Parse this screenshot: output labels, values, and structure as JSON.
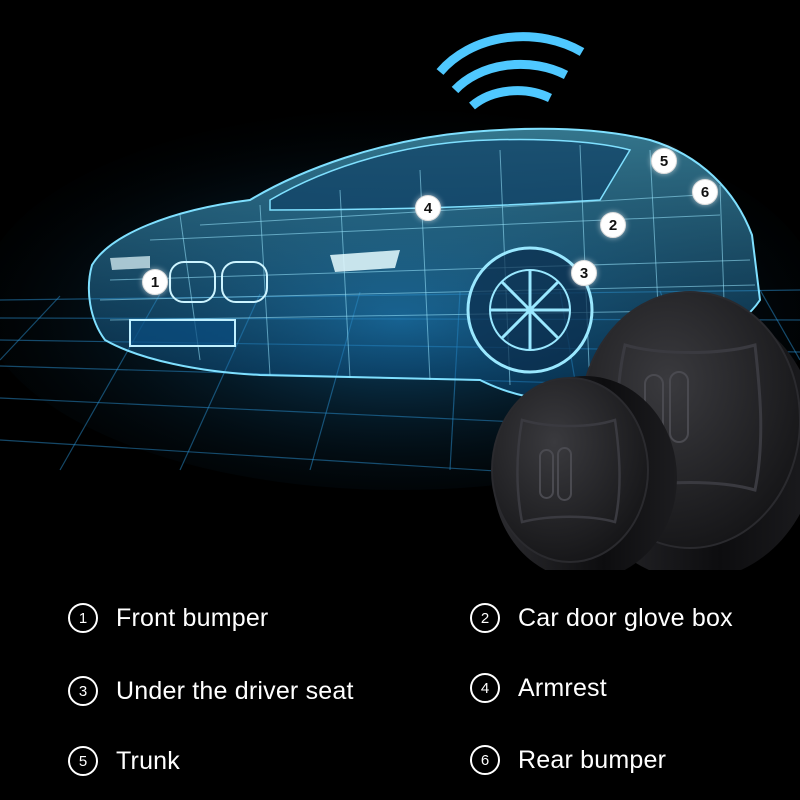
{
  "markers": [
    {
      "num": "1"
    },
    {
      "num": "2"
    },
    {
      "num": "3"
    },
    {
      "num": "4"
    },
    {
      "num": "5"
    },
    {
      "num": "6"
    }
  ],
  "legend": [
    {
      "num": "1",
      "label": "Front bumper"
    },
    {
      "num": "2",
      "label": "Car door glove box"
    },
    {
      "num": "3",
      "label": "Under the driver seat"
    },
    {
      "num": "4",
      "label": "Armrest"
    },
    {
      "num": "5",
      "label": "Trunk"
    },
    {
      "num": "6",
      "label": "Rear bumper"
    }
  ],
  "colors": {
    "background": "#000000",
    "wireframe": "#3fc4ff",
    "glow": "#1a8fd8",
    "device": "#1c1c1e",
    "text": "#ffffff"
  },
  "icons": [
    "wifi-signal-icon",
    "car-wireframe",
    "gps-tracker-device"
  ]
}
